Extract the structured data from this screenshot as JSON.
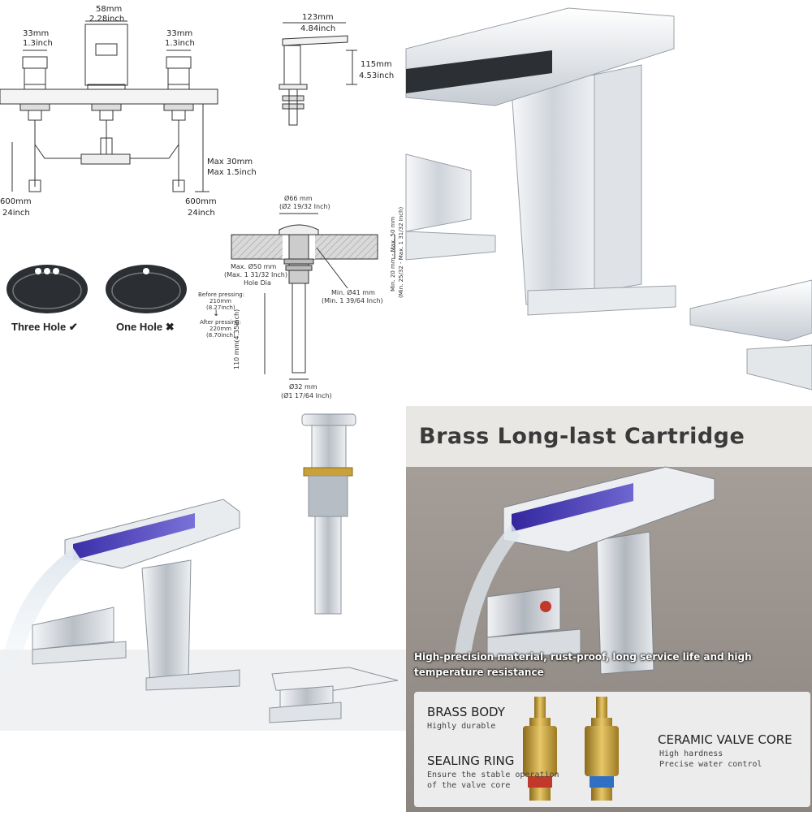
{
  "dimensions": {
    "left_handle": {
      "mm": "33mm",
      "inch": "1.3inch"
    },
    "spout": {
      "mm": "58mm",
      "inch": "2.28inch"
    },
    "right_handle": {
      "mm": "33mm",
      "inch": "1.3inch"
    },
    "max_gap": {
      "mm": "Max 30mm",
      "inch": "Max 1.5inch"
    },
    "left_hose": {
      "mm": "600mm",
      "inch": "24inch"
    },
    "right_hose": {
      "mm": "600mm",
      "inch": "24inch"
    },
    "spout_reach": {
      "mm": "123mm",
      "inch": "4.84inch"
    },
    "spout_height": {
      "mm": "115mm",
      "inch": "4.53inch"
    }
  },
  "drain": {
    "top_dia": "Ø66 mm",
    "top_dia_inch": "(Ø2 19/32 Inch)",
    "hole_max": "Max. Ø50 mm",
    "hole_max_inch": "(Max. 1 31/32 Inch)",
    "hole_dia": "Hole Dia",
    "min_dia": "Min. Ø41 mm",
    "min_dia_inch": "(Min. 1 39/64 Inch)",
    "before_pressing": "Before pressing:",
    "before_value": "210mm",
    "before_inch": "(8.27inch)",
    "after_pressing": "After pressing:",
    "after_value": "220mm",
    "after_inch": "(8.70inch)",
    "length": "110 mm(4.35inch)",
    "bottom_dia": "Ø32 mm",
    "bottom_dia_inch": "(Ø1 17/64 Inch)",
    "thickness": "Min. 20 mm - Max. 50 mm",
    "thickness_inch": "(Min. 25/32 - Max. 1 31/32 Inch)"
  },
  "holes": {
    "three": "Three Hole",
    "one": "One Hole"
  },
  "cartridge": {
    "title": "Brass Long-last Cartridge",
    "strip_line1": "High-precision material, rust-proof, long service life and high",
    "strip_line2": "temperature resistance",
    "brass_body": "BRASS BODY",
    "brass_body_sub": "Highly durable",
    "sealing_ring": "SEALING RING",
    "sealing_ring_sub1": "Ensure the stable operation",
    "sealing_ring_sub2": "of the valve core",
    "ceramic": "CERAMIC VALVE CORE",
    "ceramic_sub1": "High hardness",
    "ceramic_sub2": "Precise water control"
  },
  "colors": {
    "chrome": "#d9dde2",
    "led_blue": "#4a3fb6",
    "brass": "#c9a13a",
    "red_ring": "#c0392b",
    "blue_ring": "#2f6fc4"
  }
}
